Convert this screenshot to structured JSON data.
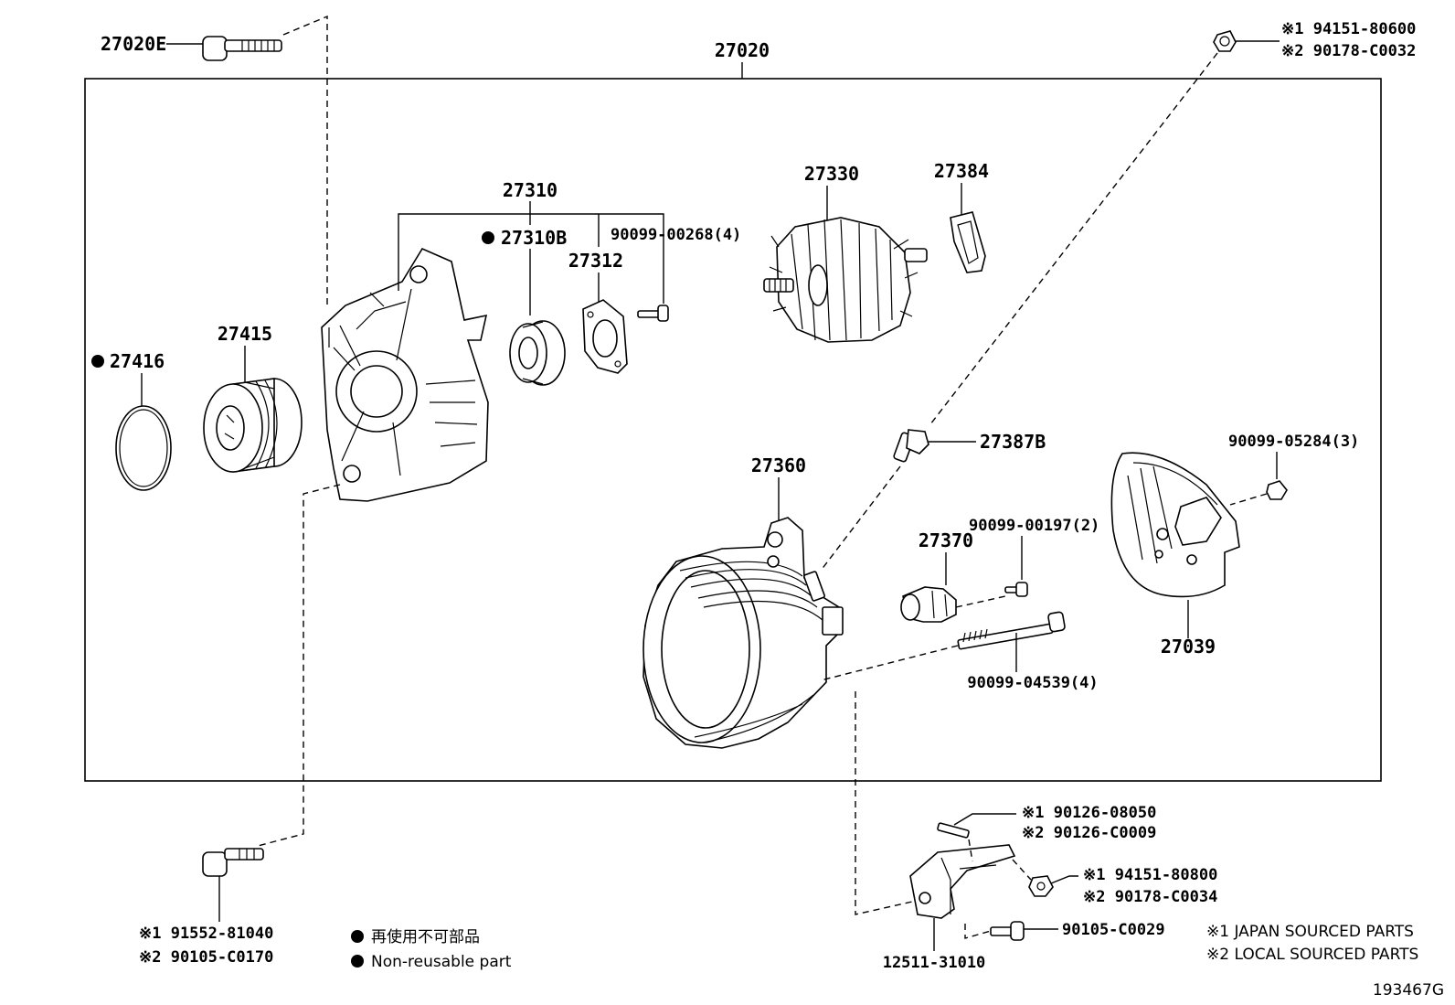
{
  "assembly": {
    "number": "27020"
  },
  "parts": {
    "bolt_27020e": "27020E",
    "bearing_27310": "27310",
    "bearing_27310b": "27310B",
    "screw_00268": "90099-00268(4)",
    "retainer_27312": "27312",
    "rotor_27330": "27330",
    "ring_27384": "27384",
    "pulley_27415": "27415",
    "cap_27416": "27416",
    "terminal_27387b": "27387B",
    "frame_27360": "27360",
    "holder_27370": "27370",
    "screw_00197": "90099-00197(2)",
    "cover_27039": "27039",
    "nut_05284": "90099-05284(3)",
    "bolt_04539": "90099-04539(4)"
  },
  "top_right_nut": {
    "line1": "※1 94151-80600",
    "line2": "※2 90178-C0032"
  },
  "lower_left_bolt": {
    "line1": "※1 91552-81040",
    "line2": "※2 90105-C0170"
  },
  "bracket": {
    "stud_line1": "※1 90126-08050",
    "stud_line2": "※2 90126-C0009",
    "nut_line1": "※1 94151-80800",
    "nut_line2": "※2 90178-C0034",
    "bolt": "90105-C0029",
    "number": "12511-31010"
  },
  "legend": {
    "jp_label": "再使用不可部品",
    "en_label": "Non-reusable part",
    "note1": "※1 JAPAN SOURCED PARTS",
    "note2": "※2 LOCAL SOURCED PARTS"
  },
  "figure_id": "193467G"
}
